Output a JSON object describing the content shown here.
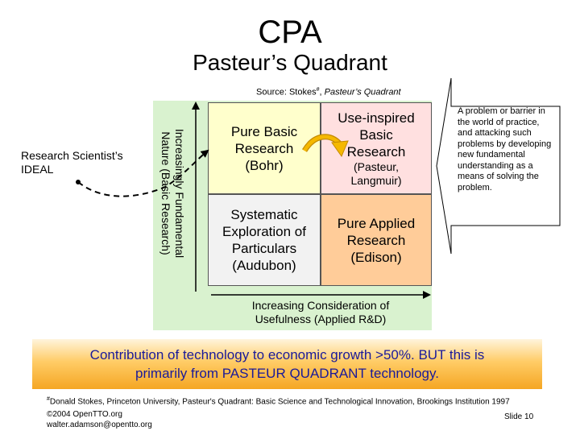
{
  "title": "CPA",
  "subtitle": "Pasteur’s Quadrant",
  "source": {
    "prefix": "Source: Stokes",
    "mark": "#",
    "separator": ", ",
    "work": "Pasteur’s Quadrant"
  },
  "quadrants": {
    "top_left": {
      "line1": "Pure Basic",
      "line2": "Research",
      "line3": "(Bohr)"
    },
    "top_right": {
      "line1": "Use-inspired",
      "line2": "Basic",
      "line3": "Research",
      "line4": "(Pasteur,",
      "line5": "Langmuir)"
    },
    "bottom_left": {
      "line1": "Systematic",
      "line2": "Exploration of",
      "line3": "Particulars",
      "line4": "(Audubon)"
    },
    "bottom_right": {
      "line1": "Pure Applied",
      "line2": "Research",
      "line3": "(Edison)"
    }
  },
  "axes": {
    "vertical": {
      "line1": "Increasingly Fundamental",
      "line2": "Nature (Basic Research)"
    },
    "horizontal": {
      "line1": "Increasing Consideration of",
      "line2": "Usefulness (Applied R&D)"
    }
  },
  "scientist": {
    "line1": "Research Scientist’s",
    "line2": "IDEAL"
  },
  "callout": "A problem or barrier in the world of practice, and attacking such problems by developing new fundamental understanding as a means of solving the problem.",
  "banner": {
    "line1": "Contribution of technology to economic growth >50%. BUT this is",
    "line2": "primarily from  PASTEUR QUADRANT technology."
  },
  "footnote": {
    "mark": "#",
    "text": "Donald Stokes, Princeton University, Pasteur's Quadrant: Basic Science and Technological Innovation, Brookings Institution 1997"
  },
  "copyright": {
    "line1": "©2004 OpenTTO.org",
    "line2": "walter.adamson@opentto.org"
  },
  "slide_number": "Slide 10",
  "colors": {
    "panel": "#d9f2cf",
    "pure_basic": "#ffffcc",
    "use_inspired": "#ffe0e0",
    "systematic": "#f2f2f2",
    "pure_applied": "#ffcc99",
    "banner_text": "#1a1a99",
    "curved_arrow": "#f5b800"
  }
}
